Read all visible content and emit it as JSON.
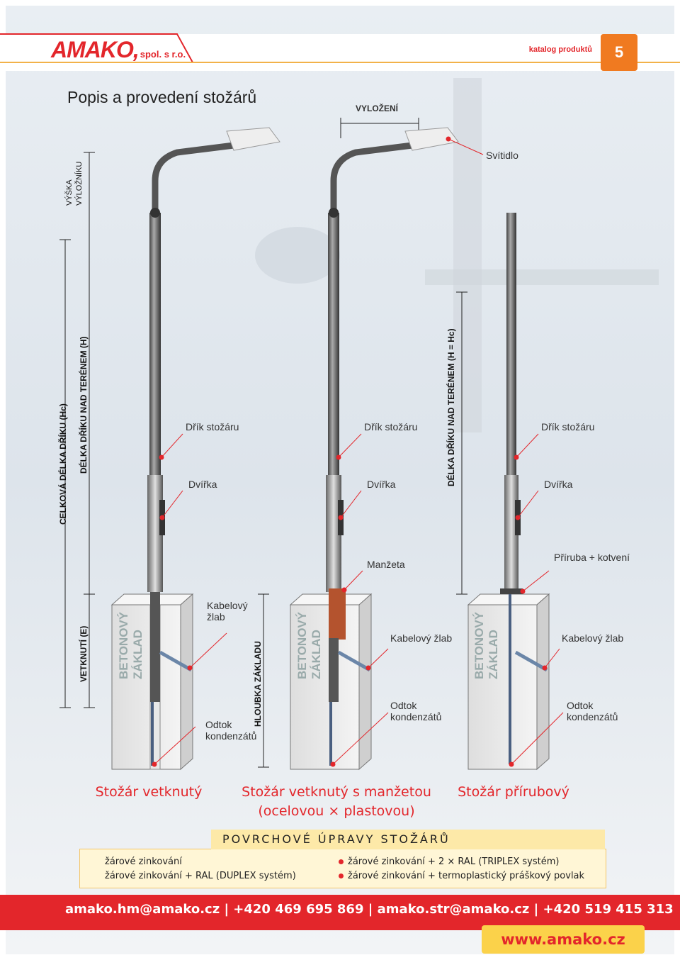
{
  "header": {
    "logo_main": "AMAKO,",
    "logo_sub": "spol. s r.o.",
    "catalog": "katalog produktů",
    "page_number": "5"
  },
  "page_title": "Popis a provedení stožárů",
  "diagram": {
    "vylozeni": "VYLOŽENÍ",
    "svitidlo": "Svítidlo",
    "vyska_vylozniku_1": "VÝŠKA",
    "vyska_vylozniku_2": "VÝLOŽNÍKU",
    "celkova_delka": "CELKOVÁ DÉLKA DŘÍKU (Hc)",
    "delka_driku_h": "DÉLKA DŘÍKU NAD TERÉNEM (H)",
    "delka_driku_hc": "DÉLKA DŘÍKU NAD TERÉNEM (H = Hc)",
    "vetknuti": "VETKNUTÍ (E)",
    "hloubka_zakladu": "HLOUBKA ZÁKLADU",
    "drik_1": "Dřík stožáru",
    "drik_2": "Dřík stožáru",
    "drik_3": "Dřík stožáru",
    "dvirka_1": "Dvířka",
    "dvirka_2": "Dvířka",
    "dvirka_3": "Dvířka",
    "manzeta": "Manžeta",
    "priruba": "Příruba + kotvení",
    "kabelovy_1a": "Kabelový",
    "kabelovy_1b": "žlab",
    "kabelovy_2": "Kabelový žlab",
    "kabelovy_3": "Kabelový žlab",
    "odtok_1a": "Odtok",
    "odtok_1b": "kondenzátů",
    "odtok_2a": "Odtok",
    "odtok_2b": "kondenzátů",
    "odtok_3a": "Odtok",
    "odtok_3b": "kondenzátů",
    "betonovy": "BETONOVÝ",
    "zaklad": "ZÁKLAD"
  },
  "captions": {
    "c1": "Stožár vetknutý",
    "c2a": "Stožár vetknutý s manžetou",
    "c2b": "(ocelovou × plastovou)",
    "c3": "Stožár přírubový"
  },
  "treatments": {
    "title": "POVRCHOVÉ ÚPRAVY STOŽÁRŮ",
    "items": [
      "žárové zinkování",
      "žárové zinkování + RAL (DUPLEX systém)",
      "žárové zinkování + 2 × RAL (TRIPLEX systém)",
      "žárové zinkování + termoplastický práškový povlak"
    ]
  },
  "footer": {
    "contacts": "amako.hm@amako.cz  |  +420 469 695 869  | amako.str@amako.cz  |  +420 519 415 313",
    "web": "www.amako.cz"
  },
  "colors": {
    "accent": "#e3262b",
    "orange": "#f07a20",
    "yellow": "#fbd24a"
  }
}
